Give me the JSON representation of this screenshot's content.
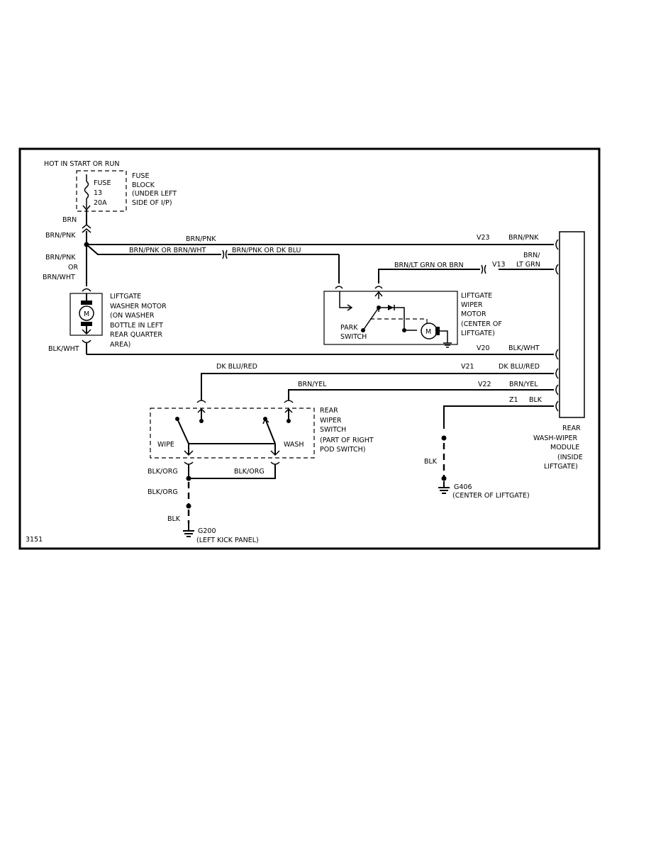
{
  "labels": {
    "hot": "HOT IN START OR RUN",
    "fuse": "FUSE",
    "fuse_num": "13",
    "fuse_amp": "20A",
    "fuse_block_1": "FUSE",
    "fuse_block_2": "BLOCK",
    "fuse_block_3": "(UNDER LEFT",
    "fuse_block_4": "SIDE OF I/P)",
    "brn": "BRN",
    "brn_pnk_1": "BRN/PNK",
    "brn_pnk_top": "BRN/PNK",
    "v23": "V23",
    "brn_pnk_right": "BRN/PNK",
    "brn_pnk_or_brn_wht": "BRN/PNK OR BRN/WHT",
    "brn_pnk_or_dk_blu": "BRN/PNK OR DK BLU",
    "brn_pnk_left_1": "BRN/PNK",
    "brn_pnk_left_2": "OR",
    "brn_pnk_left_3": "BRN/WHT",
    "brn_slash": "BRN/",
    "lt_grn": "LT GRN",
    "brn_lt_grn_or_brn": "BRN/LT GRN OR BRN",
    "v13": "V13",
    "washer_1": "LIFTGATE",
    "washer_2": "WASHER MOTOR",
    "washer_3": "(ON WASHER",
    "washer_4": "BOTTLE IN LEFT",
    "washer_5": "REAR QUARTER",
    "washer_6": "AREA)",
    "wiper_motor_1": "LIFTGATE",
    "wiper_motor_2": "WIPER",
    "wiper_motor_3": "MOTOR",
    "wiper_motor_4": "(CENTER OF",
    "wiper_motor_5": "LIFTGATE)",
    "park_1": "PARK",
    "park_2": "SWITCH",
    "motor_m": "M",
    "blk_wht_left": "BLK/WHT",
    "v20": "V20",
    "blk_wht_right": "BLK/WHT",
    "dk_blu_red_left": "DK BLU/RED",
    "v21": "V21",
    "dk_blu_red_right": "DK BLU/RED",
    "brn_yel_left": "BRN/YEL",
    "v22": "V22",
    "brn_yel_right": "BRN/YEL",
    "z1": "Z1",
    "blk_z1": "BLK",
    "rear_switch_1": "REAR",
    "rear_switch_2": "WIPER",
    "rear_switch_3": "SWITCH",
    "rear_switch_4": "(PART OF RIGHT",
    "rear_switch_5": "POD SWITCH)",
    "wipe": "WIPE",
    "wash": "WASH",
    "blk_org_1": "BLK/ORG",
    "blk_org_2": "BLK/ORG",
    "blk_org_3": "BLK/ORG",
    "blk_g200": "BLK",
    "g200": "G200",
    "g200_loc": "(LEFT KICK PANEL)",
    "blk_g406": "BLK",
    "g406": "G406",
    "g406_loc": "(CENTER OF LIFTGATE)",
    "module_1": "REAR",
    "module_2": "WASH-WIPER",
    "module_3": "MODULE",
    "module_4": "(INSIDE",
    "module_5": "LIFTGATE)",
    "diagram_id": "3151"
  }
}
